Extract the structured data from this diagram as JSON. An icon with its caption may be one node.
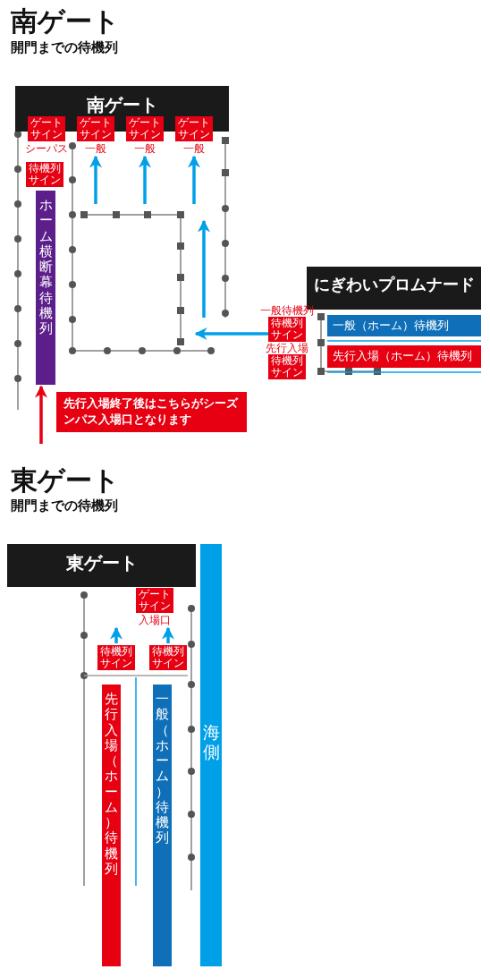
{
  "diagram": {
    "nodes": [
      {
        "text": [
          "南ゲート"
        ]
      },
      {
        "text": [
          "ゲートサイン"
        ],
        "beside": [
          "シーパス"
        ]
      },
      {
        "text": [
          "ゲートサイン"
        ],
        "beside": [
          "一般"
        ]
      },
      {
        "text": [
          "ゲートサイン"
        ],
        "beside": [
          "一般"
        ]
      },
      {
        "text": [
          "ゲートサイン"
        ],
        "beside": [
          "一般"
        ]
      },
      {
        "text": [
          "待機列サイン"
        ]
      },
      {
        "text": [
          "ホーム横断幕待機列"
        ]
      },
      {
        "text": [
          "にぎわいプロムナード"
        ]
      },
      {
        "text": [
          "一般（ホーム）待機列"
        ]
      },
      {
        "text": [
          "先行入場（ホーム）待機列"
        ]
      },
      {
        "text": [
          "待機列サイン"
        ],
        "beside": [
          "一般待機列"
        ]
      },
      {
        "text": [
          "待機列サイン"
        ],
        "beside": [
          "先行入場"
        ]
      },
      {
        "text": [
          "先行入場終了後はこちらがシーズンパス入場口となります"
        ]
      },
      {
        "text": [
          "東ゲート"
        ]
      },
      {
        "text": [
          "ゲートサイン"
        ],
        "beside": [
          "入場口"
        ]
      },
      {
        "text": [
          "待機列サイン"
        ]
      },
      {
        "text": [
          "待機列サイン"
        ]
      },
      {
        "text": [
          "先行入場（ホーム）待機列"
        ]
      },
      {
        "text": [
          "一般（ホーム）待機列"
        ]
      },
      {
        "text": [
          "海側"
        ]
      }
    ],
    "edges": [
      {
        "from": null,
        "to": 2,
        "arrow": "to"
      },
      {
        "from": null,
        "to": 3,
        "arrow": "to"
      },
      {
        "from": null,
        "to": 4,
        "arrow": "to"
      },
      {
        "from": null,
        "to": 6,
        "arrow": "to",
        "color": "#e60012"
      },
      {
        "from": 15,
        "to": 14,
        "arrow": "to"
      },
      {
        "from": 16,
        "to": 14,
        "arrow": "to"
      }
    ],
    "labels": [
      "南ゲート",
      "開門までの待機列",
      "東ゲート",
      "開門までの待機列"
    ]
  }
}
